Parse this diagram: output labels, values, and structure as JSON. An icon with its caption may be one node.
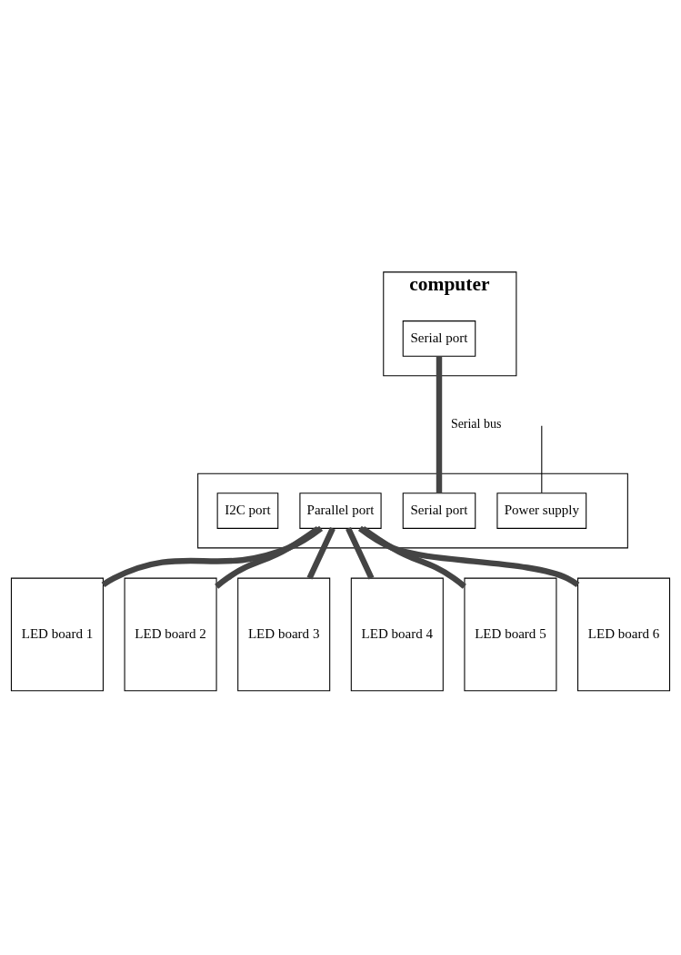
{
  "diagram": {
    "nodes": [
      {
        "text": [
          "computer"
        ]
      },
      {
        "text": [
          "Serial port"
        ],
        "in": 0
      },
      {
        "text": [],
        "shape": "box"
      },
      {
        "text": [
          "Power supply"
        ],
        "in": 2
      },
      {
        "text": [
          "Serial port"
        ],
        "in": 2
      },
      {
        "text": [
          "Parallel port"
        ],
        "in": 2
      },
      {
        "text": [
          "I2C port"
        ],
        "in": 2
      },
      {
        "text": [
          "LED board 1"
        ]
      },
      {
        "text": [
          "LED board 2"
        ]
      },
      {
        "text": [
          "LED board 3"
        ]
      },
      {
        "text": [
          "LED board 4"
        ]
      },
      {
        "text": [
          "LED board 5"
        ]
      },
      {
        "text": [
          "LED board 6"
        ]
      }
    ],
    "edges": [
      {
        "from": 1,
        "to": 4,
        "arrow": "none",
        "label": "Serial bus"
      },
      {
        "from": null,
        "to": 3,
        "arrow": "none",
        "color": "#000000"
      },
      {
        "from": 5,
        "to": 7,
        "arrow": "none"
      },
      {
        "from": 5,
        "to": 8,
        "arrow": "none"
      },
      {
        "from": 5,
        "to": 9,
        "arrow": "none"
      },
      {
        "from": 5,
        "to": 10,
        "arrow": "none"
      },
      {
        "from": 5,
        "to": 11,
        "arrow": "none"
      },
      {
        "from": 5,
        "to": 12,
        "arrow": "none"
      }
    ]
  }
}
